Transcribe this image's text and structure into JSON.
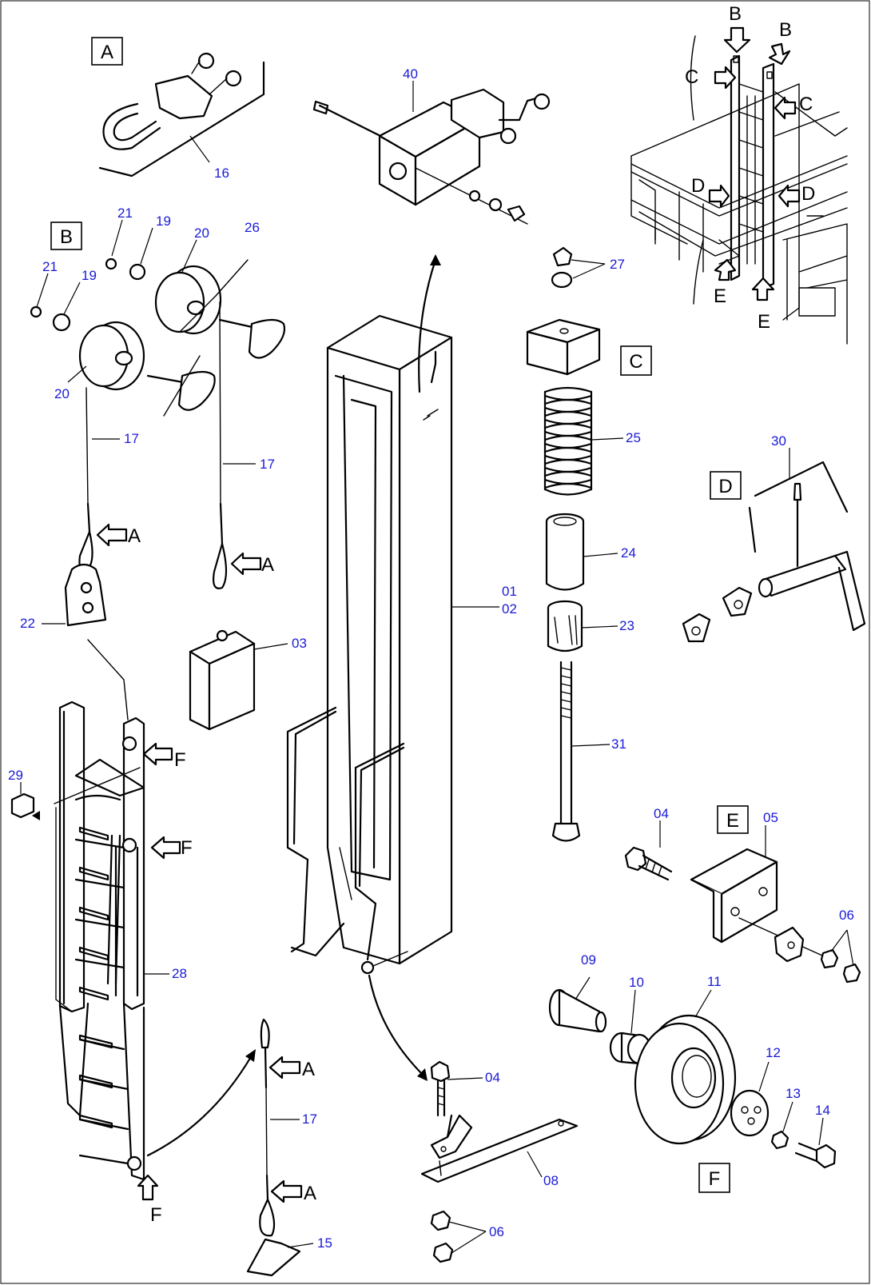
{
  "detail_boxes": [
    "A",
    "B",
    "C",
    "D",
    "E",
    "F"
  ],
  "part_numbers": {
    "p16": "16",
    "p40": "40",
    "p21a": "21",
    "p19a": "19",
    "p20a": "20",
    "p26": "26",
    "p21b": "21",
    "p19b": "19",
    "p20b": "20",
    "p17a": "17",
    "p17b": "17",
    "p22": "22",
    "p03": "03",
    "p01": "01",
    "p02": "02",
    "p27": "27",
    "p25": "25",
    "p24": "24",
    "p23": "23",
    "p31": "31",
    "p30": "30",
    "p29": "29",
    "p28": "28",
    "p04a": "04",
    "p05": "05",
    "p06a": "06",
    "p09": "09",
    "p10": "10",
    "p11": "11",
    "p12": "12",
    "p13": "13",
    "p14": "14",
    "p04b": "04",
    "p08": "08",
    "p06b": "06",
    "p17c": "17",
    "p15": "15"
  },
  "view_letters": {
    "b1": "B",
    "b2": "B",
    "c1": "C",
    "c2": "C",
    "d1": "D",
    "d2": "D",
    "e1": "E",
    "e2": "E",
    "a1": "A",
    "a2": "A",
    "a3": "A",
    "a4": "A",
    "f1": "F",
    "f2": "F",
    "f3": "F"
  }
}
